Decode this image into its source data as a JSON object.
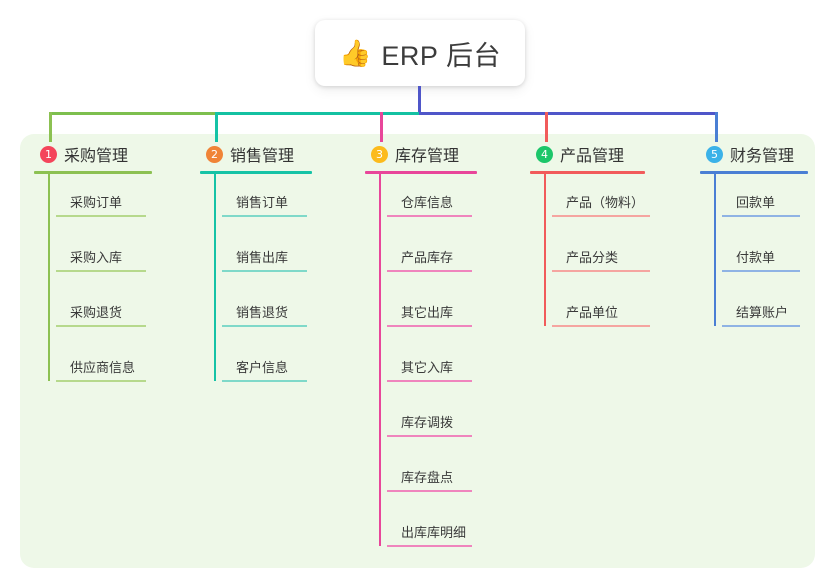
{
  "root": {
    "icon": "thumbs-up-icon",
    "emoji": "👍",
    "label": "ERP 后台"
  },
  "theme": {
    "page_background": "#ffffff",
    "panel_background": "#eef8e8",
    "trunk_color": "#4f56c9",
    "bus_left_color": "#7dbf4e",
    "bus_mid_color": "#14c1a2",
    "bus_right_color": "#4f56c9"
  },
  "branches": [
    {
      "number": "1",
      "title": "采购管理",
      "badge_color": "#f4455b",
      "line_color": "#8cc152",
      "leaf_line_color": "#b6d98c",
      "children": [
        "采购订单",
        "采购入库",
        "采购退货",
        "供应商信息"
      ]
    },
    {
      "number": "2",
      "title": "销售管理",
      "badge_color": "#f08437",
      "line_color": "#15c3a6",
      "leaf_line_color": "#7fd9c9",
      "children": [
        "销售订单",
        "销售出库",
        "销售退货",
        "客户信息"
      ]
    },
    {
      "number": "3",
      "title": "库存管理",
      "badge_color": "#fcbb1c",
      "line_color": "#e8469a",
      "leaf_line_color": "#ef85bd",
      "children": [
        "仓库信息",
        "产品库存",
        "其它出库",
        "其它入库",
        "库存调拨",
        "库存盘点",
        "出库库明细"
      ]
    },
    {
      "number": "4",
      "title": "产品管理",
      "badge_color": "#1cc66a",
      "line_color": "#f15b5b",
      "leaf_line_color": "#f5a5a0",
      "children": [
        "产品（物料）",
        "产品分类",
        "产品单位"
      ]
    },
    {
      "number": "5",
      "title": "财务管理",
      "badge_color": "#3bb2e8",
      "line_color": "#4a7fd4",
      "leaf_line_color": "#8fb3e4",
      "children": [
        "回款单",
        "付款单",
        "结算账户"
      ]
    }
  ]
}
